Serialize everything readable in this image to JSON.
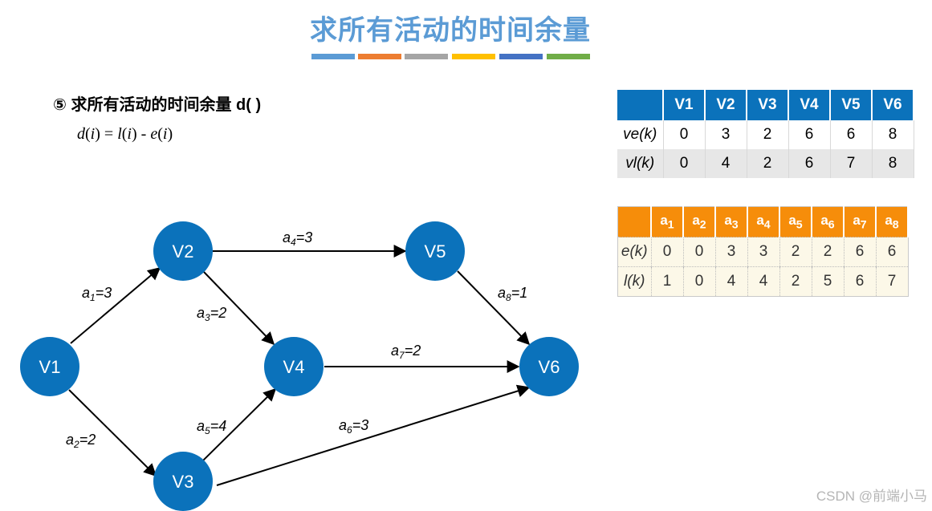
{
  "title": "求所有活动的时间余量",
  "color_bars": [
    "#5b9bd5",
    "#ed7d31",
    "#a5a5a5",
    "#ffc000",
    "#4472c4",
    "#70ad47"
  ],
  "heading": "⑤ 求所有活动的时间余量 d( )",
  "formula": {
    "lhs_fn": "d",
    "lhs_arg": "i",
    "eq": " = ",
    "t1_fn": "l",
    "t1_arg": "i",
    "minus": " - ",
    "t2_fn": "e",
    "t2_arg": "i"
  },
  "vertex_table": {
    "headers": [
      "V1",
      "V2",
      "V3",
      "V4",
      "V5",
      "V6"
    ],
    "rows": [
      {
        "label": "ve(k)",
        "values": [
          "0",
          "3",
          "2",
          "6",
          "6",
          "8"
        ]
      },
      {
        "label": "vl(k)",
        "values": [
          "0",
          "4",
          "2",
          "6",
          "7",
          "8"
        ]
      }
    ]
  },
  "activity_table": {
    "headers": [
      {
        "base": "a",
        "sub": "1"
      },
      {
        "base": "a",
        "sub": "2"
      },
      {
        "base": "a",
        "sub": "3"
      },
      {
        "base": "a",
        "sub": "4"
      },
      {
        "base": "a",
        "sub": "5"
      },
      {
        "base": "a",
        "sub": "6"
      },
      {
        "base": "a",
        "sub": "7"
      },
      {
        "base": "a",
        "sub": "8"
      }
    ],
    "rows": [
      {
        "label": "e(k)",
        "values": [
          "0",
          "0",
          "3",
          "3",
          "2",
          "2",
          "6",
          "6"
        ]
      },
      {
        "label": "l(k)",
        "values": [
          "1",
          "0",
          "4",
          "4",
          "2",
          "5",
          "6",
          "7"
        ]
      }
    ]
  },
  "graph": {
    "node_color": "#0b72bb",
    "nodes": {
      "V1": "V1",
      "V2": "V2",
      "V3": "V3",
      "V4": "V4",
      "V5": "V5",
      "V6": "V6"
    },
    "edges": {
      "a1": {
        "base": "a",
        "sub": "1",
        "val": "=3"
      },
      "a2": {
        "base": "a",
        "sub": "2",
        "val": "=2"
      },
      "a3": {
        "base": "a",
        "sub": "3",
        "val": "=2"
      },
      "a4": {
        "base": "a",
        "sub": "4",
        "val": "=3"
      },
      "a5": {
        "base": "a",
        "sub": "5",
        "val": "=4"
      },
      "a6": {
        "base": "a",
        "sub": "6",
        "val": "=3"
      },
      "a7": {
        "base": "a",
        "sub": "7",
        "val": "=2"
      },
      "a8": {
        "base": "a",
        "sub": "8",
        "val": "=1"
      }
    }
  },
  "watermark": "CSDN @前端小马"
}
